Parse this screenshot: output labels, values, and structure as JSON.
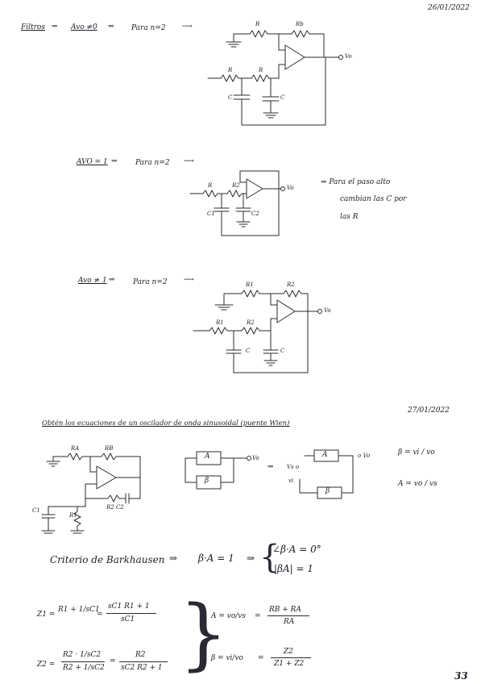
{
  "header": {
    "date_top": "26/01/2022",
    "date_middle": "27/01/2022",
    "page_number": "33"
  },
  "section1": {
    "filtros": "Filtros",
    "arrow1": "⇒",
    "avo_label": "Avo ≠0",
    "arrow2": "⇒",
    "para_n": "Para n=2",
    "arrow3": "⟶",
    "r1": "R",
    "rb": "Rb",
    "out": "Vo",
    "ra": "R",
    "rb2": "R",
    "c1": "C",
    "c2": "C"
  },
  "section2": {
    "title": "AVO = 1",
    "arrow": "⇒",
    "para": "Para n=2",
    "arrow2": "⟶",
    "r1": "R",
    "r2": "R2",
    "out": "Vo",
    "c1": "C1",
    "c2": "C2",
    "note_line1": "⇒ Para el paso alto",
    "note_line2": "cambian las C por",
    "note_line3": "las R"
  },
  "section3": {
    "title": "Avo ≠ 1",
    "arrow": "⇒",
    "para": "Para n=2",
    "arrow2": "⟶",
    "r_top": "R1",
    "r_top2": "R2",
    "out": "Vo",
    "r1": "R1",
    "r2": "R2",
    "c1": "C",
    "c2": "C"
  },
  "section4": {
    "heading": "Obtén los ecuaciones de un oscilador de onda sinusoidal (puente Wien)",
    "ra": "RA",
    "rb": "RB",
    "c1": "C1",
    "r1": "R1",
    "r2c": "R2",
    "c2": "R2 C2",
    "block_a": "A",
    "block_b": "β",
    "vo": "Vo",
    "arrow": "⇒",
    "vs": "Vs o",
    "vi": "vi",
    "ovo": "o Vo",
    "beta_eq": "β = vi / vo",
    "a_eq": "A = vo / vs",
    "criterion_label": "Criterio de Barkhausen",
    "criterion_arrow": "⇒",
    "criterion_eq": "β·A = 1",
    "implies": "⇒",
    "cond1": "∠β·A = 0°",
    "cond2": "|βA| = 1"
  },
  "equations": {
    "z1_lhs": "Z1 =",
    "z1_mid": "R1 + 1/sC1",
    "z1_eq": "=",
    "z1_num": "sC1 R1 + 1",
    "z1_den": "sC1",
    "z2_lhs": "Z2 =",
    "z2_num1": "R2 · 1/sC2",
    "z2_den1": "R2 + 1/sC2",
    "z2_eq": "=",
    "z2_num2": "R2",
    "z2_den2": "sC2 R2 + 1",
    "a_lhs": "A = vo/vs",
    "a_eq": "=",
    "a_num": "RB + RA",
    "a_den": "RA",
    "b_lhs": "β = vi/vo",
    "b_eq": "=",
    "b_num": "Z2",
    "b_den": "Z1 + Z2"
  }
}
